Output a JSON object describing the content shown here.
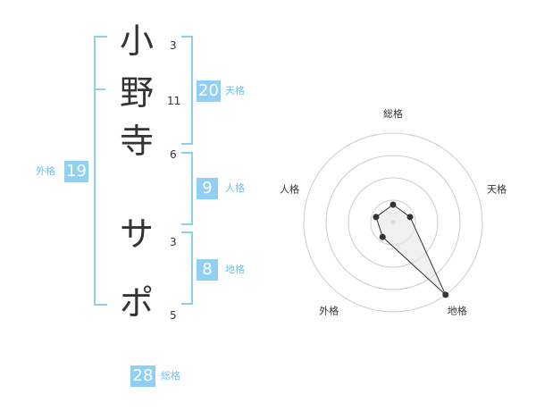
{
  "name": {
    "chars": [
      {
        "char": "小",
        "strokes": "3"
      },
      {
        "char": "野",
        "strokes": "11"
      },
      {
        "char": "寺",
        "strokes": "6"
      },
      {
        "char": "サ",
        "strokes": "3"
      },
      {
        "char": "ポ",
        "strokes": "5"
      }
    ]
  },
  "fortune": {
    "tenkaku": {
      "value": "20",
      "label": "天格"
    },
    "jinkaku": {
      "value": "9",
      "label": "人格"
    },
    "chikaku": {
      "value": "8",
      "label": "地格"
    },
    "gaikaku": {
      "value": "19",
      "label": "外格"
    },
    "soukaku": {
      "value": "28",
      "label": "総格"
    }
  },
  "colors": {
    "accent": "#8fd0f3",
    "bracket": "#8ccfee",
    "label": "#6cc3ee"
  },
  "chart_data": {
    "type": "radar",
    "axes": [
      "総格",
      "天格",
      "地格",
      "外格",
      "人格"
    ],
    "rings": 4,
    "values": [
      0.2,
      0.2,
      1.0,
      0.2,
      0.2
    ]
  }
}
